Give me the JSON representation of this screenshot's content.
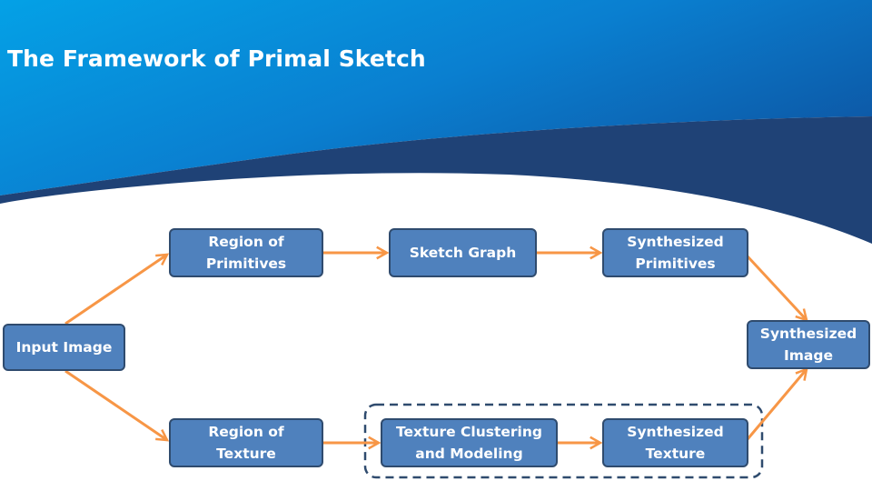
{
  "slide": {
    "title": "The Framework of Primal Sketch"
  },
  "colors": {
    "header_light": "#04a1e6",
    "header_dark": "#0d5aa8",
    "band_navy": "#1f4276",
    "node_fill": "#4f81bd",
    "node_border": "#2f4b6e",
    "arrow": "#f79646",
    "group_border": "#2f4b6e"
  },
  "diagram": {
    "nodes": {
      "input_image": "Input Image",
      "region_of_primitives": "Region of\nPrimitives",
      "sketch_graph": "Sketch Graph",
      "synthesized_primitives": "Synthesized\nPrimitives",
      "synthesized_image": "Synthesized\nImage",
      "region_of_texture": "Region of\nTexture",
      "texture_clustering": "Texture Clustering\nand Modeling",
      "synthesized_texture": "Synthesized\nTexture"
    },
    "edges": [
      {
        "from": "input_image",
        "to": "region_of_primitives"
      },
      {
        "from": "input_image",
        "to": "region_of_texture"
      },
      {
        "from": "region_of_primitives",
        "to": "sketch_graph"
      },
      {
        "from": "sketch_graph",
        "to": "synthesized_primitives"
      },
      {
        "from": "synthesized_primitives",
        "to": "synthesized_image"
      },
      {
        "from": "region_of_texture",
        "to": "texture_clustering"
      },
      {
        "from": "texture_clustering",
        "to": "synthesized_texture"
      },
      {
        "from": "synthesized_texture",
        "to": "synthesized_image"
      }
    ],
    "groups": [
      {
        "name": "texture-group",
        "members": [
          "texture_clustering",
          "synthesized_texture"
        ],
        "style": "dashed"
      }
    ]
  }
}
